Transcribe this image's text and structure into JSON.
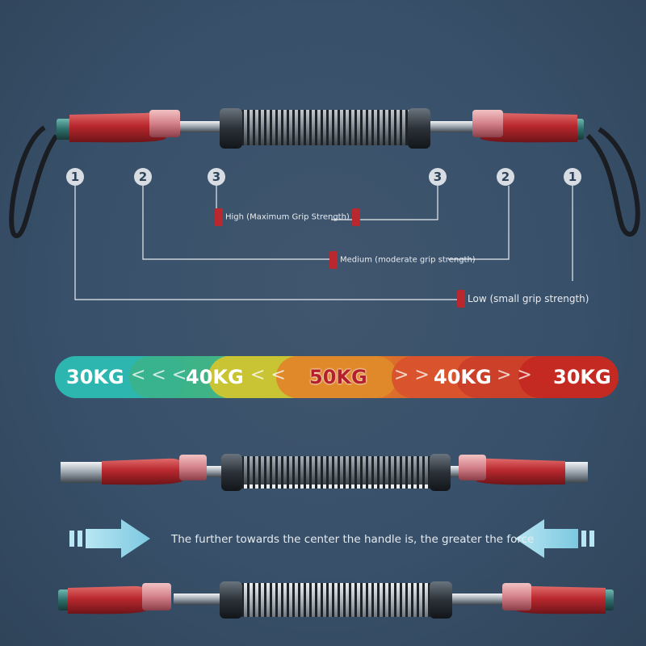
{
  "labels": {
    "circle_1": "1",
    "circle_2": "2",
    "circle_3": "3",
    "high": "High (Maximum Grip Strength)",
    "medium": "Medium (moderate grip strength)",
    "low": "Low (small grip strength)"
  },
  "scale": {
    "left_30": "30KG",
    "left_40": "40KG",
    "center_50": "50KG",
    "right_40": "40KG",
    "right_30": "30KG",
    "left_chevrons_a": "< < <",
    "left_chevrons_b": "< <",
    "right_chevrons_a": "> >",
    "right_chevrons_b": "> >"
  },
  "caption": "The further towards the center the handle is, the greater the force",
  "colors": {
    "background": "#3a4f66",
    "grip_red": "#b8282e",
    "spring_dark": "#2b3138",
    "kg_teal": "#2db6b0",
    "kg_yellow": "#c9c434",
    "kg_orange": "#e0892a",
    "kg_red": "#c42a22",
    "arrow_cyan": "#8fd6ea"
  }
}
